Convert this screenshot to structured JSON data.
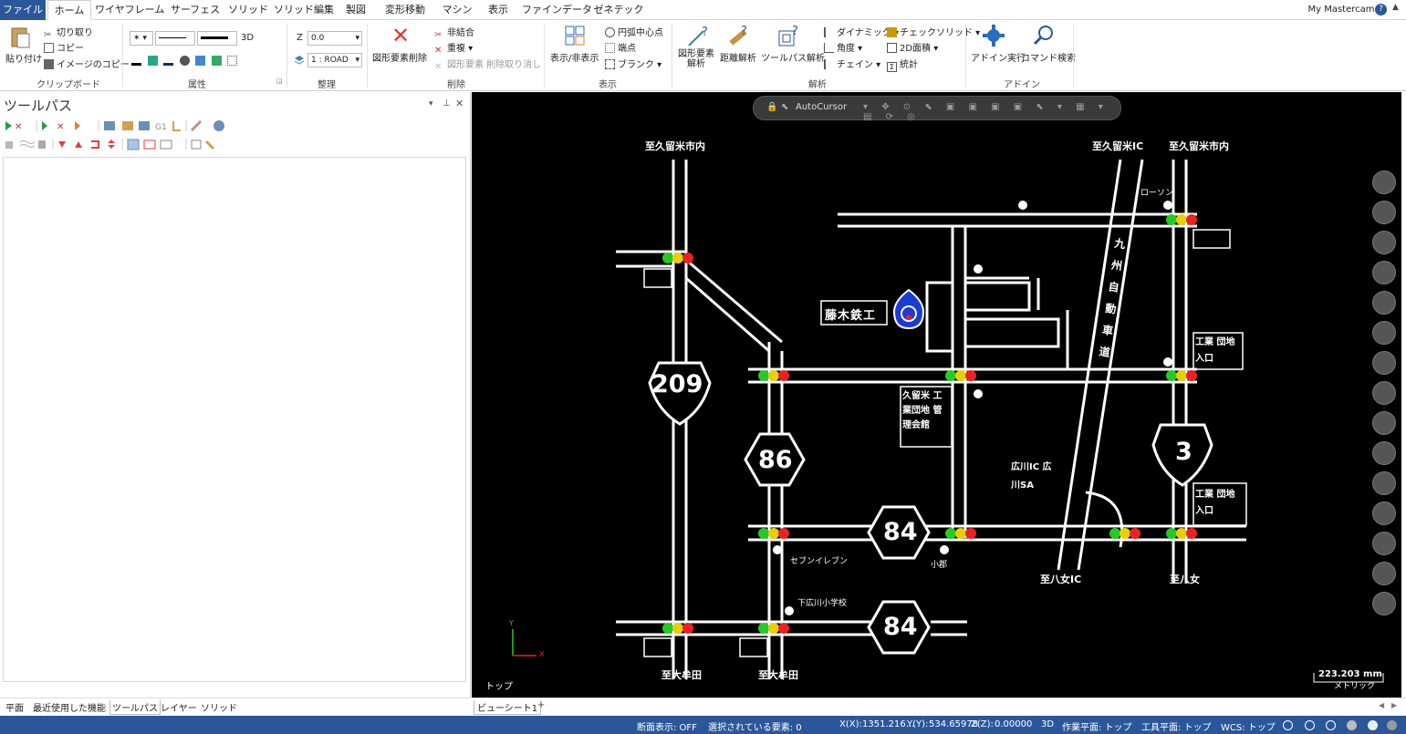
{
  "tabs": [
    "ファイル",
    "ホーム",
    "ワイヤフレーム",
    "サーフェス",
    "ソリッド",
    "ソリッド編集",
    "製図",
    "変形移動",
    "マシン",
    "表示",
    "ファインデータ",
    "ゼネテック"
  ],
  "user": "My Mastercam",
  "help_icon": "question-circle-icon",
  "colors": {
    "accent": "#2b579a",
    "viewport_bg": "#000000",
    "signal_green": "#22cc22",
    "signal_yellow": "#e8d000",
    "signal_red": "#ee2020",
    "marker_blue": "#1a3bd6"
  },
  "ribbon": {
    "clipboard": {
      "paste": "貼り付け",
      "cut": "切り取り",
      "copy": "コピー",
      "copy_image": "イメージのコピー",
      "label": "クリップボード"
    },
    "attributes": {
      "mode": "3D",
      "label": "属性"
    },
    "organize": {
      "z_label": "Z",
      "z_value": "0.0",
      "level_value": "1 : ROAD",
      "label": "整理"
    },
    "delete": {
      "delete_entities": "図形要素削除",
      "unjoin": "非結合",
      "duplicate": "重複",
      "undelete": "図形要素 削除取り消し",
      "label": "削除"
    },
    "display": {
      "show_hide": "表示/非表示",
      "arc_center": "円弧中心点",
      "endpoints": "端点",
      "blank": "ブランク",
      "label": "表示"
    },
    "analyze": {
      "entity_analysis_1": "図形要素",
      "entity_analysis_2": "解析",
      "distance": "距離解析",
      "toolpath_analysis": "ツールパス解析",
      "dynamic": "ダイナミック",
      "angle": "角度",
      "chain": "チェイン",
      "check_solid": "チェックソリッド",
      "area_2d": "2D面積",
      "statistics": "統計",
      "label": "解析"
    },
    "addins": {
      "run_addin": "アドイン実行",
      "command_search": "コマンド検索",
      "label": "アドイン"
    }
  },
  "panel": {
    "title": "ツールパス",
    "bottom_tabs": [
      "平面",
      "最近使用した機能",
      "ツールパス",
      "レイヤー",
      "ソリッド"
    ]
  },
  "viewport": {
    "autocursor": "AutoCursor",
    "view_label": "トップ",
    "scale_value": "223.203 mm",
    "scale_unit": "メトリック",
    "axis_x": "X",
    "axis_y": "Y",
    "map_labels": {
      "shield_209": "209",
      "hex_86": "86",
      "hex_84_a": "84",
      "hex_84_b": "84",
      "shield_3": "3",
      "tl_top_left": "至久留米市内",
      "tl_top_right_a": "至久留米IC",
      "tl_top_right_b": "至久留米市内",
      "company": "藤木鉄工",
      "lawson": "ローソン",
      "seven": "セブンイレブン",
      "kurume_lab": "久留米 工業団地 管理会館",
      "hirokawa_ic": "広川IC 広川SA",
      "yame_ic": "至八女IC",
      "yame": "至八女",
      "omuta_a": "至大牟田",
      "omuta_b": "至大牟田",
      "industrial_a": "工業 団地入口",
      "industrial_b": "工業 団地入口",
      "expressway": "九州自動車道",
      "shimo_hiro": "下広川小学校",
      "kogo": "小郡"
    }
  },
  "sheet_tab": "ビューシート1",
  "status": {
    "section": "断面表示: OFF",
    "selected": "選択されている要素: 0",
    "x_label": "X(X):",
    "x_value": "1351.216...",
    "y_label": "Y(Y):",
    "y_value": "534.65978",
    "z_label": "Z(Z):",
    "z_value": "0.00000",
    "mode": "3D",
    "wplane": "作業平面: トップ",
    "tplane": "工具平面: トップ",
    "wcs": "WCS: トップ"
  }
}
